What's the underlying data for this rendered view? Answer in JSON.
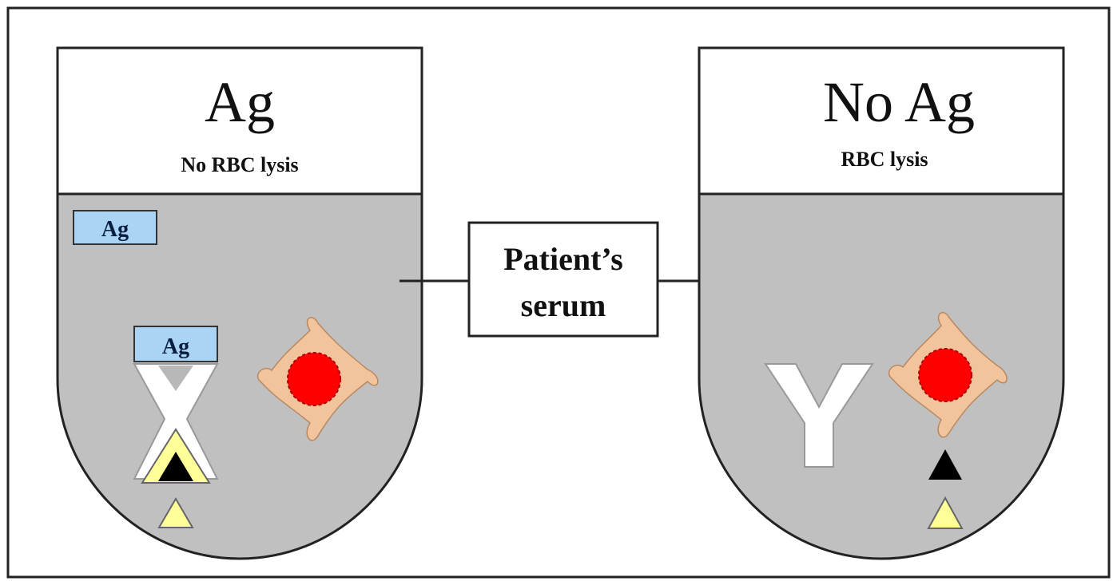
{
  "left_tube": {
    "title": "Ag",
    "subtitle": "No RBC lysis",
    "antigen_label_top": "Ag",
    "antigen_label_bound": "Ag"
  },
  "right_tube": {
    "title": "No Ag",
    "subtitle": "RBC lysis"
  },
  "serum_box": {
    "line1": "Patient’s",
    "line2": "serum"
  },
  "colors": {
    "tube_fill": "#c0c0c0",
    "antigen_box": "#a9d4f5",
    "red_cell": "#ff0000",
    "complement_cross": "#f2c49b",
    "yellow_triangle": "#ffff99",
    "black_triangle": "#000000"
  }
}
